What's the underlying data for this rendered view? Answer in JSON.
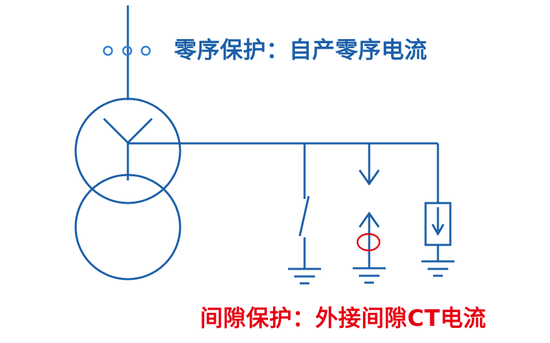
{
  "colors": {
    "background": "#ffffff",
    "line_blue": "#1b5fa8",
    "ct_blue": "#2e7fd4",
    "accent_red": "#e60012"
  },
  "labels": {
    "zero_sequence_protection": "零序保护：自产零序电流",
    "gap_protection": "间隙保护：外接间隙CT电流"
  },
  "diagram": {
    "components": [
      "incoming-line",
      "three-phase-ct",
      "transformer-wye-winding",
      "transformer-lower-winding",
      "neutral-bus",
      "grounding-disconnector",
      "discharge-gap",
      "gap-ct-highlight",
      "surge-arrester",
      "ground-symbols"
    ]
  }
}
